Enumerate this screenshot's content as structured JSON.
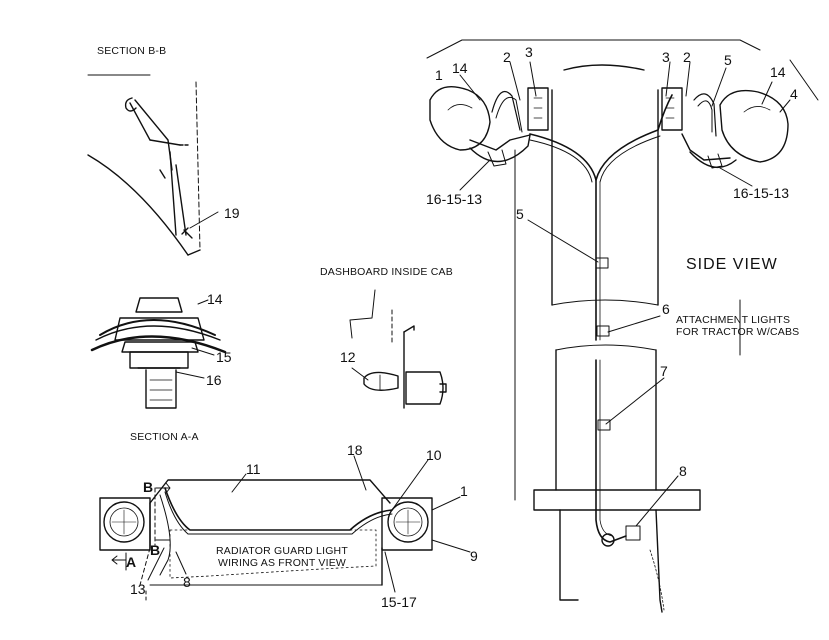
{
  "captions": {
    "section_bb": "SECTION B-B",
    "section_aa": "SECTION A-A",
    "dashboard": "DASHBOARD INSIDE CAB",
    "side_view": "SIDE  VIEW",
    "attachment_line1": "ATTACHMENT LIGHTS",
    "attachment_line2": "FOR TRACTOR W/CABS",
    "radiator_line1": "RADIATOR GUARD LIGHT",
    "radiator_line2": "WIRING AS FRONT VIEW"
  },
  "callouts": {
    "c1_left_lamp": "1",
    "c14_left": "14",
    "c2_left": "2",
    "c3_left": "3",
    "c3_right": "3",
    "c2_right": "2",
    "c5_top": "5",
    "c14_right": "14",
    "c4": "4",
    "c16_15_13_left": "16-15-13",
    "c16_15_13_right": "16-15-13",
    "c5_mid": "5",
    "c6": "6",
    "c7": "7",
    "c8_right": "8",
    "c19": "19",
    "c14_section": "14",
    "c15_section": "15",
    "c16_section": "16",
    "c12": "12",
    "c11": "11",
    "c18": "18",
    "c10": "10",
    "c1_guard": "1",
    "c9": "9",
    "c15_17": "15-17",
    "c13": "13",
    "c8_guard": "8",
    "mark_b_top": "B",
    "mark_b_bottom": "B",
    "mark_a": "A"
  },
  "colors": {
    "ink": "#111111",
    "background": "#ffffff"
  }
}
